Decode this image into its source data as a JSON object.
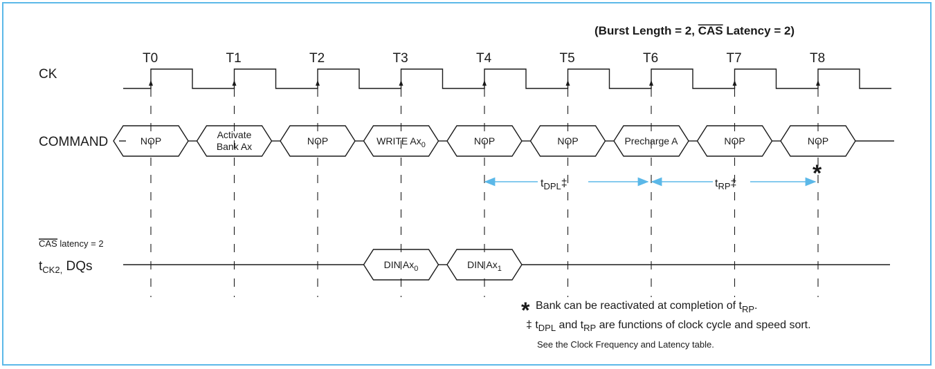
{
  "header": {
    "prefix": "(Burst Length = 2, ",
    "cas": "CAS",
    "suffix": " Latency = 2)"
  },
  "clock": {
    "label": "CK",
    "ticks": [
      "T0",
      "T1",
      "T2",
      "T3",
      "T4",
      "T5",
      "T6",
      "T7",
      "T8"
    ]
  },
  "command": {
    "label": "COMMAND",
    "boxes": [
      {
        "text": "NOP"
      },
      {
        "text": "Activate",
        "text2": "Bank Ax"
      },
      {
        "text": "NOP"
      },
      {
        "text": "WRITE Ax",
        "sub": "0"
      },
      {
        "text": "NOP"
      },
      {
        "text": "NOP"
      },
      {
        "text": "Precharge A"
      },
      {
        "text": "NOP"
      },
      {
        "text": "NOP"
      }
    ]
  },
  "timing": {
    "tdpl": {
      "t": "t",
      "sub": "DPL",
      "mark": "‡"
    },
    "trp": {
      "t": "t",
      "sub": "RP",
      "mark": "‡"
    },
    "star": "*"
  },
  "data": {
    "cas_over": "CAS",
    "cas_rest": " latency = 2",
    "label_t": "t",
    "label_sub": "CK2,",
    "label_rest": " DQs",
    "boxes": [
      {
        "text": "DIN Ax",
        "sub": "0"
      },
      {
        "text": "DIN Ax",
        "sub": "1"
      }
    ]
  },
  "notes": {
    "star_mark": "*",
    "star_text": "Bank can be reactivated at completion of t",
    "star_sub": "RP",
    "star_end": ".",
    "dagger_mark": "‡",
    "dagger_t1": " t",
    "dagger_sub1": "DPL",
    "dagger_mid": " and t",
    "dagger_sub2": "RP",
    "dagger_end": " are functions of clock cycle and speed sort.",
    "see": "See the Clock Frequency and Latency table."
  },
  "colors": {
    "border": "#5bb8e8",
    "arrow": "#5bb8e8",
    "ink": "#1a1a1a"
  }
}
